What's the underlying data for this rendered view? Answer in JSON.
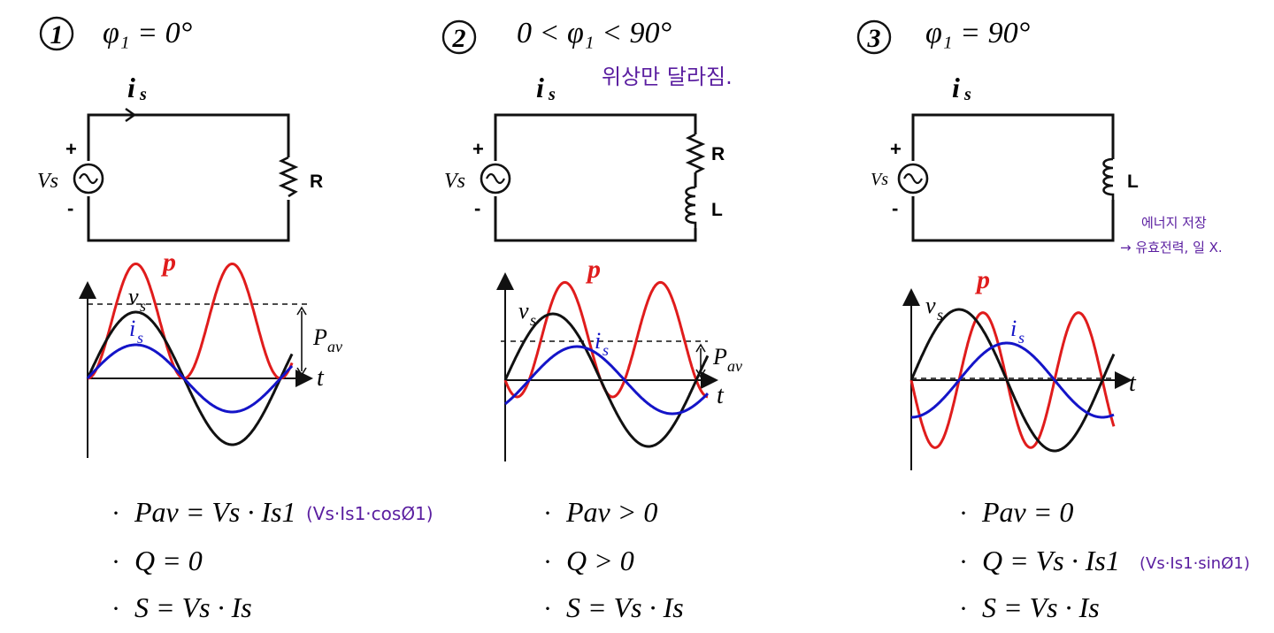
{
  "colors": {
    "wire": "#111111",
    "power": "#e01c1c",
    "voltage": "#111111",
    "current": "#1414c8",
    "note": "#5a1ea0"
  },
  "panels": [
    {
      "number": "1",
      "condition": "φ₁ = 0°",
      "current_label": "i",
      "current_sub": "s",
      "source_label": "Vs",
      "plus": "+",
      "minus": "-",
      "elements": [
        "R"
      ],
      "wave_labels": {
        "p": "p",
        "v": "v",
        "v_sub": "s",
        "i": "i",
        "i_sub": "s",
        "t": "t",
        "pav": "P",
        "pav_sub": "av"
      },
      "phase_deg": 0,
      "formulas": [
        {
          "bullet": "·",
          "main": "Pav = Vs · Is1",
          "note": "(Vs·Is1·cosØ1)"
        },
        {
          "bullet": "·",
          "main": "Q = 0",
          "note": ""
        },
        {
          "bullet": "·",
          "main": "S = Vs · Is",
          "note": ""
        }
      ]
    },
    {
      "number": "2",
      "condition": "0 < φ₁ < 90°",
      "note_top": "위상만 달라짐.",
      "current_label": "i",
      "current_sub": "s",
      "source_label": "Vs",
      "plus": "+",
      "minus": "-",
      "elements": [
        "R",
        "L"
      ],
      "wave_labels": {
        "p": "p",
        "v": "v",
        "v_sub": "s",
        "i": "i",
        "i_sub": "s",
        "t": "t",
        "pav": "P",
        "pav_sub": "av"
      },
      "phase_deg": 45,
      "formulas": [
        {
          "bullet": "·",
          "main": "Pav > 0",
          "note": ""
        },
        {
          "bullet": "·",
          "main": "Q > 0",
          "note": ""
        },
        {
          "bullet": "·",
          "main": "S = Vs · Is",
          "note": ""
        }
      ]
    },
    {
      "number": "3",
      "condition": "φ₁ = 90°",
      "note_side_1": "에너지 저장",
      "note_side_2": "→ 유효전력, 일 X.",
      "current_label": "i",
      "current_sub": "s",
      "source_label": "Vs",
      "plus": "+",
      "minus": "-",
      "elements": [
        "L"
      ],
      "wave_labels": {
        "p": "p",
        "v": "v",
        "v_sub": "s",
        "i": "i",
        "i_sub": "s",
        "t": "t"
      },
      "phase_deg": 90,
      "formulas": [
        {
          "bullet": "·",
          "main": "Pav = 0",
          "note": ""
        },
        {
          "bullet": "·",
          "main": "Q = Vs · Is1",
          "note": "(Vs·Is1·sinØ1)"
        },
        {
          "bullet": "·",
          "main": "S = Vs · Is",
          "note": ""
        }
      ]
    }
  ]
}
